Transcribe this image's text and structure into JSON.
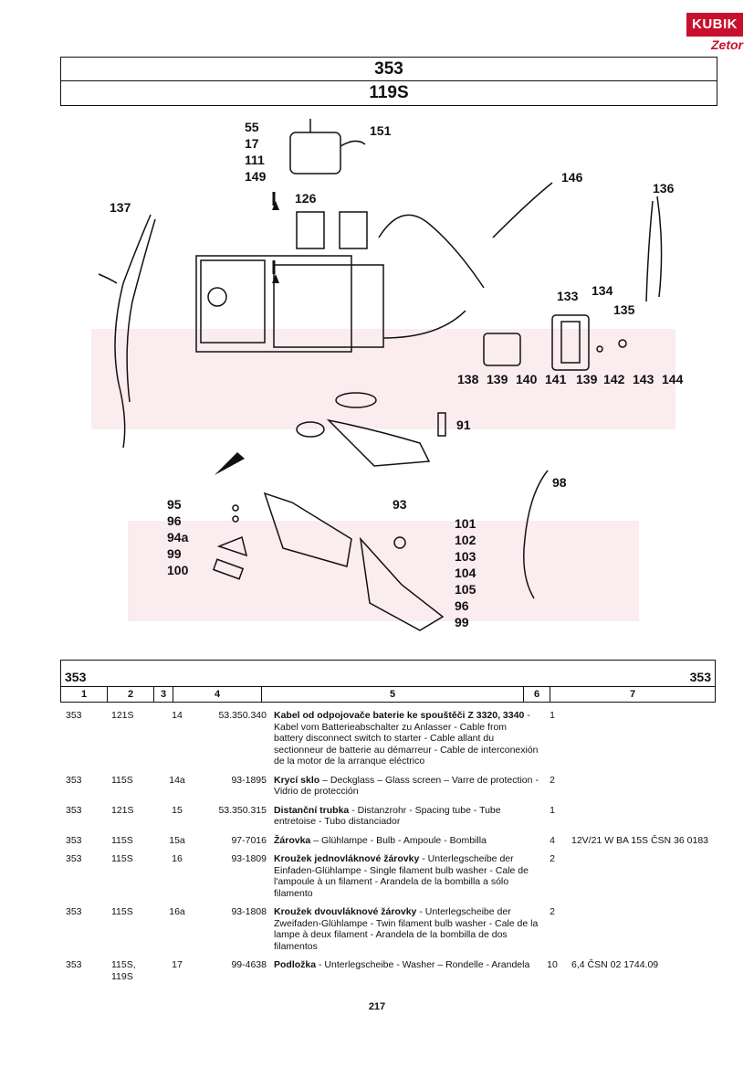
{
  "logo": {
    "line1": "KUBIK",
    "line2": "Zetor"
  },
  "header": {
    "group_number": "353",
    "subgroup": "119S"
  },
  "callouts": [
    "55",
    "17",
    "111",
    "149",
    "151",
    "126",
    "146",
    "137",
    "136",
    "133",
    "134",
    "135",
    "138",
    "139",
    "140",
    "141",
    "139",
    "142",
    "143",
    "144",
    "91",
    "98",
    "95",
    "96",
    "94a",
    "99",
    "100",
    "93",
    "101",
    "102",
    "103",
    "104",
    "105",
    "96",
    "99"
  ],
  "table": {
    "group_label_left": "353",
    "group_label_right": "353",
    "column_headers": [
      "1",
      "2",
      "3",
      "4",
      "5",
      "6",
      "7"
    ],
    "rows": [
      {
        "c1": "353",
        "c2": "121S",
        "c3": "14",
        "c4": "53.350.340",
        "bold": "Kabel od odpojovače baterie ke spouštěči",
        "bold2": "Z 3320, 3340",
        "text": " - Kabel vom Batterieabschalter zu Anlasser - Cable from battery disconnect switch to starter - Cable allant du sectionneur de batterie au démarreur - Cable de interconexión de la motor de la arranque eléctrico",
        "qty": "1",
        "note": ""
      },
      {
        "c1": "353",
        "c2": "115S",
        "c3": "14a",
        "c4": "93-1895",
        "bold": "Krycí sklo",
        "bold2": "",
        "text": " – Deckglass – Glass screen – Varre de protection - Vidrio de protección",
        "qty": "2",
        "note": ""
      },
      {
        "c1": "353",
        "c2": "121S",
        "c3": "15",
        "c4": "53.350.315",
        "bold": "Distanční trubka",
        "bold2": "",
        "text": " - Distanzrohr - Spacing tube - Tube entretoise - Tubo distanciador",
        "qty": "1",
        "note": ""
      },
      {
        "c1": "353",
        "c2": "115S",
        "c3": "15a",
        "c4": "97-7016",
        "bold": "Žárovka",
        "bold2": "",
        "text": " – Glühlampe - Bulb - Ampoule - Bombilla",
        "qty": "4",
        "note": "12V/21 W BA 15S ČSN 36 0183"
      },
      {
        "c1": "353",
        "c2": "115S",
        "c3": "16",
        "c4": "93-1809",
        "bold": "Kroužek jednovláknové žárovky",
        "bold2": "",
        "text": " - Unterlegscheibe der Einfaden-Glühlampe - Single filament bulb washer - Cale de l'ampoule à un filament - Arandela de la bombilla a sólo filamento",
        "qty": "2",
        "note": ""
      },
      {
        "c1": "353",
        "c2": "115S",
        "c3": "16a",
        "c4": "93-1808",
        "bold": "Kroužek dvouvláknové žárovky",
        "bold2": "",
        "text": " - Unterlegscheibe der Zweifaden-Glühlampe - Twin filament bulb washer - Cale de la lampe à deux filament - Arandela de la bombilla de dos filamentos",
        "qty": "2",
        "note": ""
      },
      {
        "c1": "353",
        "c2": "115S,\n119S",
        "c3": "17",
        "c4": "99-4638",
        "bold": "Podložka",
        "bold2": "",
        "text": " - Unterlegscheibe - Washer – Rondelle - Arandela",
        "qty": "10",
        "note": "6,4 ČSN 02 1744.09"
      }
    ]
  },
  "page_number": "217"
}
